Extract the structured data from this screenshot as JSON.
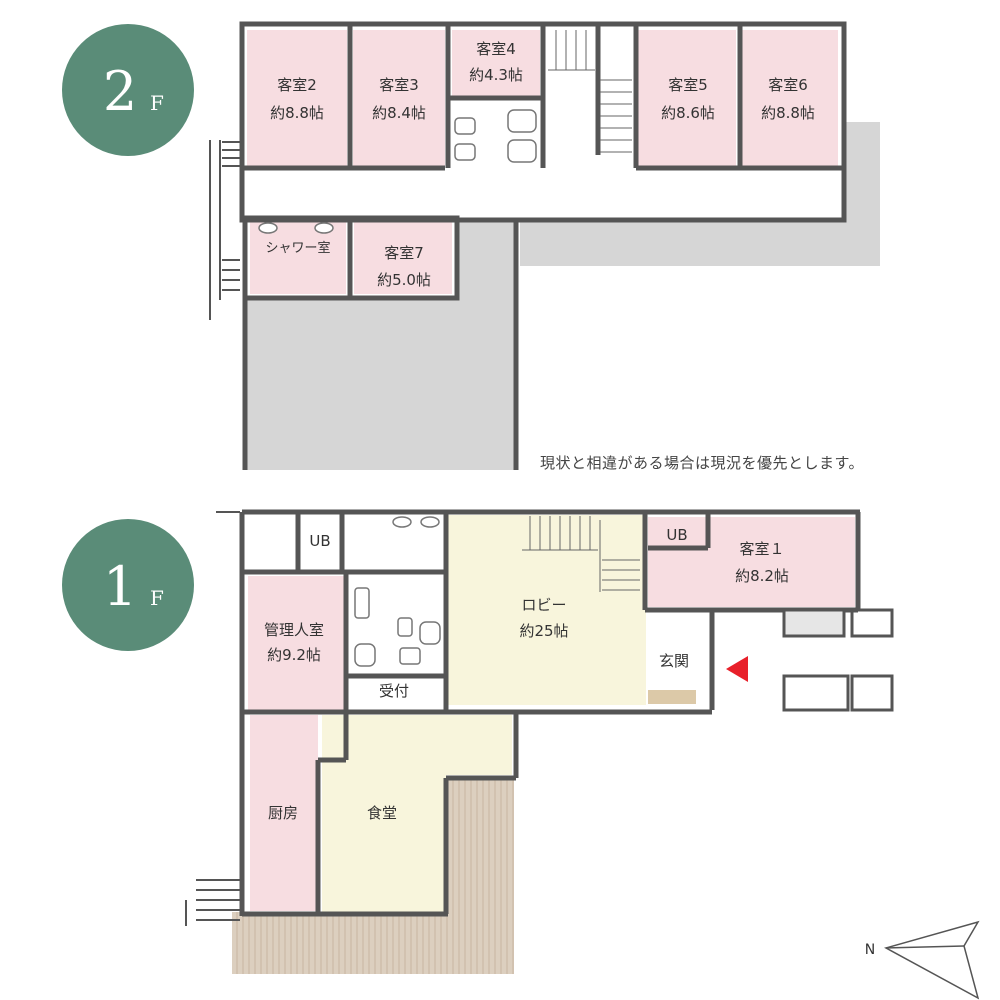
{
  "floors": {
    "second": {
      "number": "2",
      "suffix": "F"
    },
    "first": {
      "number": "1",
      "suffix": "F"
    }
  },
  "rooms_2f": {
    "guest2": {
      "name": "客室2",
      "size": "約8.8帖"
    },
    "guest3": {
      "name": "客室3",
      "size": "約8.4帖"
    },
    "guest4": {
      "name": "客室4",
      "size": "約4.3帖"
    },
    "guest5": {
      "name": "客室5",
      "size": "約8.6帖"
    },
    "guest6": {
      "name": "客室6",
      "size": "約8.8帖"
    },
    "guest7": {
      "name": "客室7",
      "size": "約5.0帖"
    },
    "shower": {
      "name": "シャワー室"
    }
  },
  "rooms_1f": {
    "ub_left": {
      "name": "UB"
    },
    "ub_right": {
      "name": "UB"
    },
    "guest1": {
      "name": "客室１",
      "size": "約8.2帖"
    },
    "manager": {
      "name": "管理人室",
      "size": "約9.2帖"
    },
    "lobby": {
      "name": "ロビー",
      "size": "約25帖"
    },
    "reception": {
      "name": "受付"
    },
    "entrance": {
      "name": "玄関"
    },
    "kitchen": {
      "name": "厨房"
    },
    "dining": {
      "name": "食堂"
    }
  },
  "note": "現状と相違がある場合は現況を優先とします。",
  "compass": {
    "label": "N"
  },
  "colors": {
    "floor_badge": "#5a8c78",
    "guest_room": "#f7dde1",
    "lobby": "#f8f5dc",
    "wall": "#555555",
    "entrance_arrow": "#e8202a",
    "concrete": "#d6d6d6",
    "deck": "#d9cbbb"
  }
}
